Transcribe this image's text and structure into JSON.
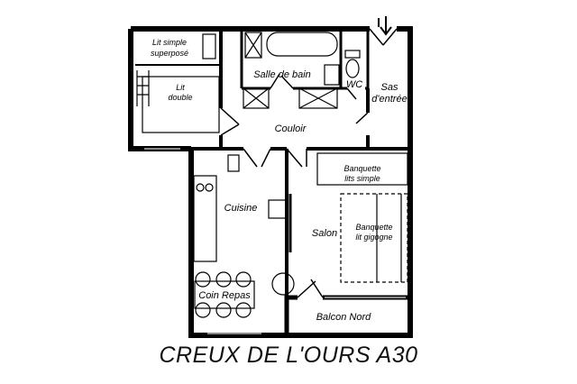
{
  "plan": {
    "title": "CREUX DE L'OURS A30",
    "rooms": {
      "lit_simple": [
        "Lit simple",
        "superposé"
      ],
      "lit_double": [
        "Lit",
        "double"
      ],
      "salle_de_bain": "Salle de bain",
      "wc": "WC",
      "sas": [
        "Sas",
        "d'entrée"
      ],
      "couloir": "Couloir",
      "cuisine": "Cuisine",
      "salon": "Salon",
      "banquette_simple": [
        "Banquette",
        "lits simple"
      ],
      "banquette_gigogne": [
        "Banquette",
        "lit gigogne"
      ],
      "coin_repas": "Coin Repas",
      "balcon": "Balcon Nord"
    }
  }
}
